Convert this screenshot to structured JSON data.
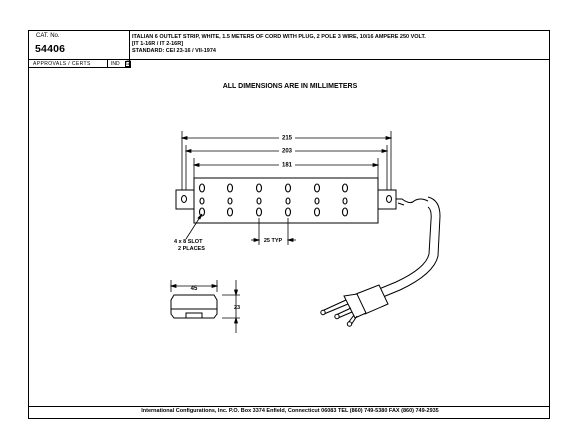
{
  "title_block": {
    "cat_label": "CAT. No.",
    "cat_number": "54406",
    "description_lines": [
      "ITALIAN 6 OUTLET STRIP, WHITE, 1.5 METERS OF CORD WITH PLUG, 2 POLE 3 WIRE, 10/16 AMPERE 250 VOLT.",
      "[IT 1-16R / IT 2-16R]",
      "STANDARD: CEI 23-16 / VII-1974"
    ],
    "approvals_label": "APPROVALS / CERTS",
    "ind_label": "IND",
    "ind_checked": "☑"
  },
  "note": "ALL DIMENSIONS ARE IN MILLIMETERS",
  "dimensions": {
    "overall": "215",
    "mounting": "203",
    "body": "181",
    "pitch": "25 TYP",
    "slot_note_line1": "4 x 8 SLOT",
    "slot_note_line2": "2 PLACES",
    "width": "45",
    "height": "23"
  },
  "footer": "International Configurations, Inc.  P.O. Box 3374  Enfield, Connecticut 06083  TEL (860) 749-5380  FAX (860) 749-2935"
}
